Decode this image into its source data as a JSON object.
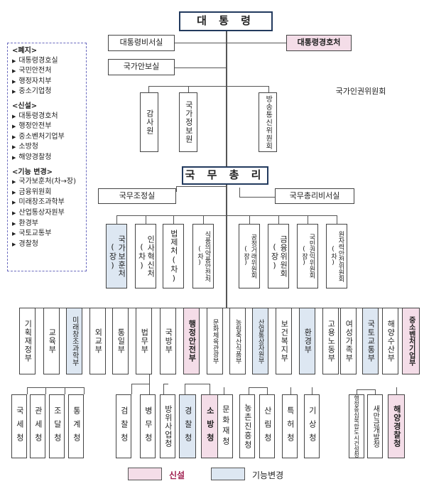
{
  "top": {
    "president": "대 통 령",
    "secretariat": "대통령비서실",
    "security_service": "대통령경호처",
    "national_security": "국가안보실",
    "audit": "감사원",
    "nis": "국가정보원",
    "kcc": "방송통신위원회",
    "nhrc": "국가인권위원회"
  },
  "pm": {
    "title": "국 무 총 리",
    "coordination": "국무조정실",
    "secretariat": "국무총리비서실"
  },
  "pm_agencies": [
    {
      "name": "국가보훈처(장)",
      "state": "changed"
    },
    {
      "name": "인사혁신처(차)",
      "state": "none"
    },
    {
      "name": "법제처(차)",
      "state": "none"
    },
    {
      "name": "식품의약품안전처(차)",
      "state": "none"
    },
    {
      "name": "공정거래위원회(장)",
      "state": "none"
    },
    {
      "name": "금융위원회(장)",
      "state": "none"
    },
    {
      "name": "국민권익위원회(장)",
      "state": "none"
    },
    {
      "name": "원자력안전위원회(차)",
      "state": "none"
    }
  ],
  "ministries": [
    {
      "name": "기획재정부",
      "state": "none"
    },
    {
      "name": "교육부",
      "state": "none"
    },
    {
      "name": "미래창조과학부",
      "state": "changed"
    },
    {
      "name": "외교부",
      "state": "none"
    },
    {
      "name": "통일부",
      "state": "none"
    },
    {
      "name": "법무부",
      "state": "none"
    },
    {
      "name": "국방부",
      "state": "none"
    },
    {
      "name": "행정안전부",
      "state": "new"
    },
    {
      "name": "문화체육관광부",
      "state": "none"
    },
    {
      "name": "농림축산식품부",
      "state": "none"
    },
    {
      "name": "산업통상자원부",
      "state": "changed"
    },
    {
      "name": "보건복지부",
      "state": "none"
    },
    {
      "name": "환경부",
      "state": "changed"
    },
    {
      "name": "고용노동부",
      "state": "none"
    },
    {
      "name": "여성가족부",
      "state": "none"
    },
    {
      "name": "국토교통부",
      "state": "changed"
    },
    {
      "name": "해양수산부",
      "state": "none"
    },
    {
      "name": "중소벤처기업부",
      "state": "new"
    }
  ],
  "agencies": [
    {
      "name": "국세청",
      "state": "none"
    },
    {
      "name": "관세청",
      "state": "none"
    },
    {
      "name": "조달청",
      "state": "none"
    },
    {
      "name": "통계청",
      "state": "none"
    },
    {
      "name": "검찰청",
      "state": "none"
    },
    {
      "name": "병무청",
      "state": "none"
    },
    {
      "name": "방위사업청",
      "state": "none"
    },
    {
      "name": "경찰청",
      "state": "changed"
    },
    {
      "name": "소방청",
      "state": "new"
    },
    {
      "name": "문화재청",
      "state": "none"
    },
    {
      "name": "농촌진흥청",
      "state": "none"
    },
    {
      "name": "산림청",
      "state": "none"
    },
    {
      "name": "특허청",
      "state": "none"
    },
    {
      "name": "기상청",
      "state": "none"
    },
    {
      "name": "행정중심복합도시건설청",
      "state": "none"
    },
    {
      "name": "새만금개발청",
      "state": "none"
    },
    {
      "name": "해양경찰청",
      "state": "new"
    }
  ],
  "legend_box": {
    "sections": [
      {
        "title": "<폐지>",
        "items": [
          "대통령경호실",
          "국민안전처",
          "행정자치부",
          "중소기업청"
        ]
      },
      {
        "title": "<신설>",
        "items": [
          "대통령경호처",
          "행정안전부",
          "중소벤처기업부",
          "소방청",
          "해양경찰청"
        ]
      },
      {
        "title": "<기능 변경>",
        "items": [
          "국가보훈처(차→장)",
          "금융위원회",
          "미래창조과학부",
          "산업통상자원부",
          "환경부",
          "국토교통부",
          "경찰청"
        ]
      }
    ]
  },
  "key": {
    "new_label": "신설",
    "changed_label": "기능변경",
    "new_color": "#f4dde8",
    "changed_color": "#dde7f2"
  }
}
